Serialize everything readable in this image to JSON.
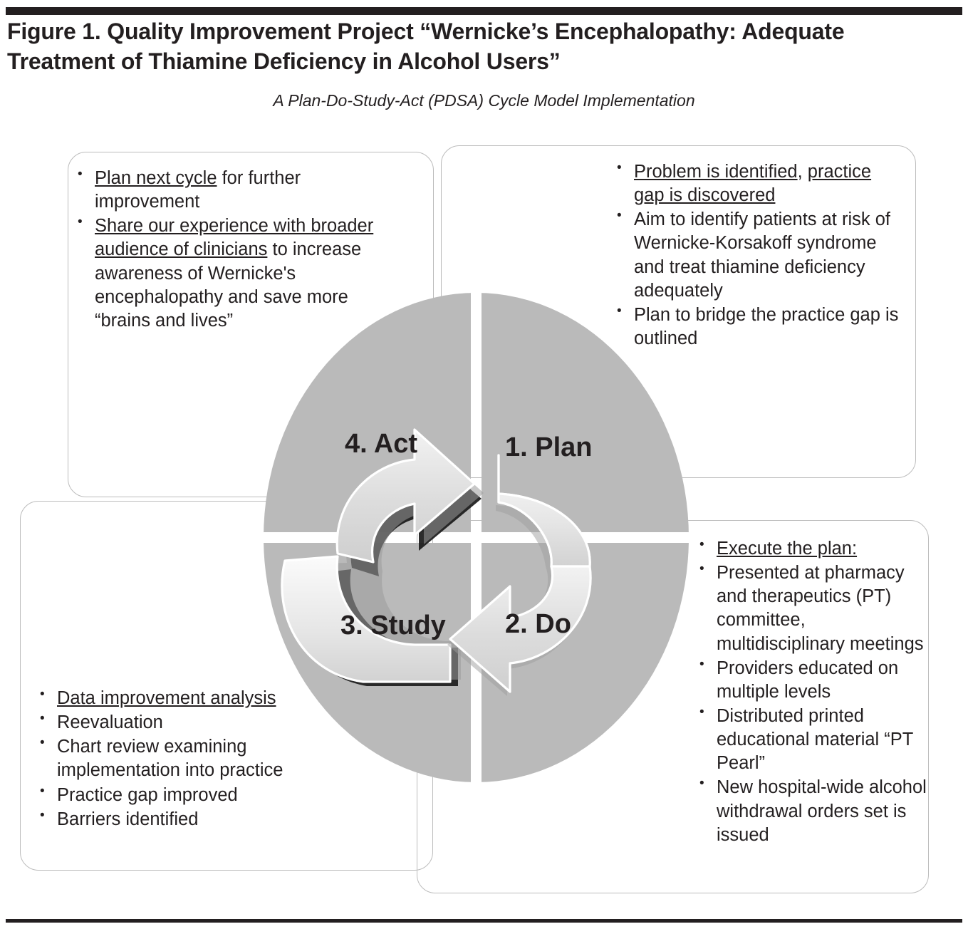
{
  "figure": {
    "title": "Figure 1. Quality Improvement Project “Wernicke’s Encephalopathy: Adequate Treatment of Thiamine Deficiency in Alcohol Users”",
    "subtitle": "A Plan-Do-Study-Act (PDSA) Cycle Model Implementation",
    "rule_color": "#231f20",
    "circle_fill": "#bababa",
    "box_border_color": "#bcbcbc",
    "text_color": "#231f20"
  },
  "diagram": {
    "type": "pdsa-cycle",
    "center_labels": [
      {
        "id": "plan",
        "label": "1. Plan",
        "quadrant": "top-right"
      },
      {
        "id": "do",
        "label": "2. Do",
        "quadrant": "bottom-right"
      },
      {
        "id": "study",
        "label": "3. Study",
        "quadrant": "bottom-left"
      },
      {
        "id": "act",
        "label": "4. Act",
        "quadrant": "top-left"
      }
    ],
    "arrows": [
      {
        "id": "left-arrow",
        "direction": "counter-clockwise-upper-right",
        "style": "3d-curved-arrow"
      },
      {
        "id": "right-arrow",
        "direction": "clockwise-lower-left",
        "style": "3d-curved-arrow"
      }
    ],
    "quadrants": {
      "act": {
        "title": "4. Act",
        "bullets": [
          [
            {
              "t": "Plan next cycle",
              "u": true
            },
            {
              "t": " for further improvement",
              "u": false
            }
          ],
          [
            {
              "t": "Share our experience with broader audience of clinicians",
              "u": true
            },
            {
              "t": " to increase awareness of Wernicke's encephalopathy and save more “brains and lives”",
              "u": false
            }
          ]
        ]
      },
      "plan": {
        "title": "1. Plan",
        "bullets": [
          [
            {
              "t": "Problem is identified",
              "u": true
            },
            {
              "t": ", ",
              "u": false
            },
            {
              "t": "practice gap is discovered",
              "u": true
            }
          ],
          [
            {
              "t": "Aim to identify patients at risk of Wernicke-Korsakoff syndrome and treat thiamine deficiency adequately",
              "u": false
            }
          ],
          [
            {
              "t": "Plan to bridge the practice gap is outlined",
              "u": false
            }
          ]
        ]
      },
      "study": {
        "title": "3. Study",
        "bullets": [
          [
            {
              "t": "Data improvement analysis",
              "u": true
            }
          ],
          [
            {
              "t": "Reevaluation",
              "u": false
            }
          ],
          [
            {
              "t": "Chart review examining implementation into practice",
              "u": false
            }
          ],
          [
            {
              "t": "Practice gap improved",
              "u": false
            }
          ],
          [
            {
              "t": "Barriers identified",
              "u": false
            }
          ]
        ]
      },
      "do": {
        "title": "2. Do",
        "bullets": [
          [
            {
              "t": "Execute the plan:",
              "u": true
            }
          ],
          [
            {
              "t": "Presented at pharmacy and therapeutics (PT) committee, multidisciplinary meetings",
              "u": false
            }
          ],
          [
            {
              "t": "Providers educated on multiple levels",
              "u": false
            }
          ],
          [
            {
              "t": "Distributed printed educational material “PT Pearl”",
              "u": false
            }
          ],
          [
            {
              "t": "New hospital-wide alcohol withdrawal orders set is issued",
              "u": false
            }
          ]
        ]
      }
    }
  }
}
